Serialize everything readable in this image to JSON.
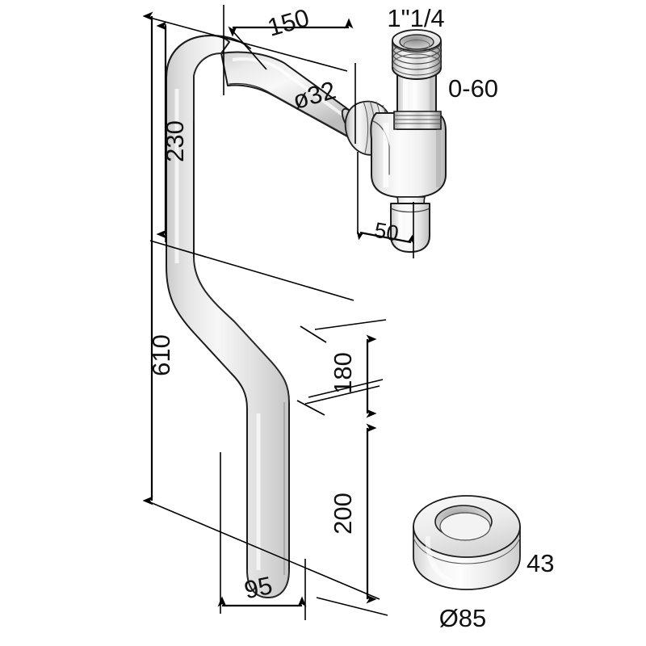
{
  "drawing": {
    "title": "Bottle trap with offset outlet pipe",
    "background_color": "#ffffff",
    "line_color": "#000000",
    "metal_light": "#fbfbfb",
    "metal_mid": "#dcdcdc",
    "metal_dark": "#b4b4b4",
    "metal_shadow": "#8f8f8f"
  },
  "dimensions": {
    "horizontal_top": "150",
    "pipe_diameter": "ø32",
    "thread_size": "1\"1/4",
    "adjust_range": "0-60",
    "outlet_offset": "50",
    "vertical_upper": "230",
    "vertical_total": "610",
    "offset_upper": "180",
    "offset_lower": "200",
    "horizontal_bottom": "95",
    "ring_height": "43",
    "ring_diameter": "Ø85"
  },
  "parts": {
    "inlet_pipe": "offset-drain-pipe",
    "trap_body": "bottle-trap-body",
    "top_nut": "threaded-coupling-nut",
    "riser": "adjustable-riser-tube",
    "outlet": "trap-outlet-tube",
    "cover_ring": "escutcheon-ring"
  }
}
